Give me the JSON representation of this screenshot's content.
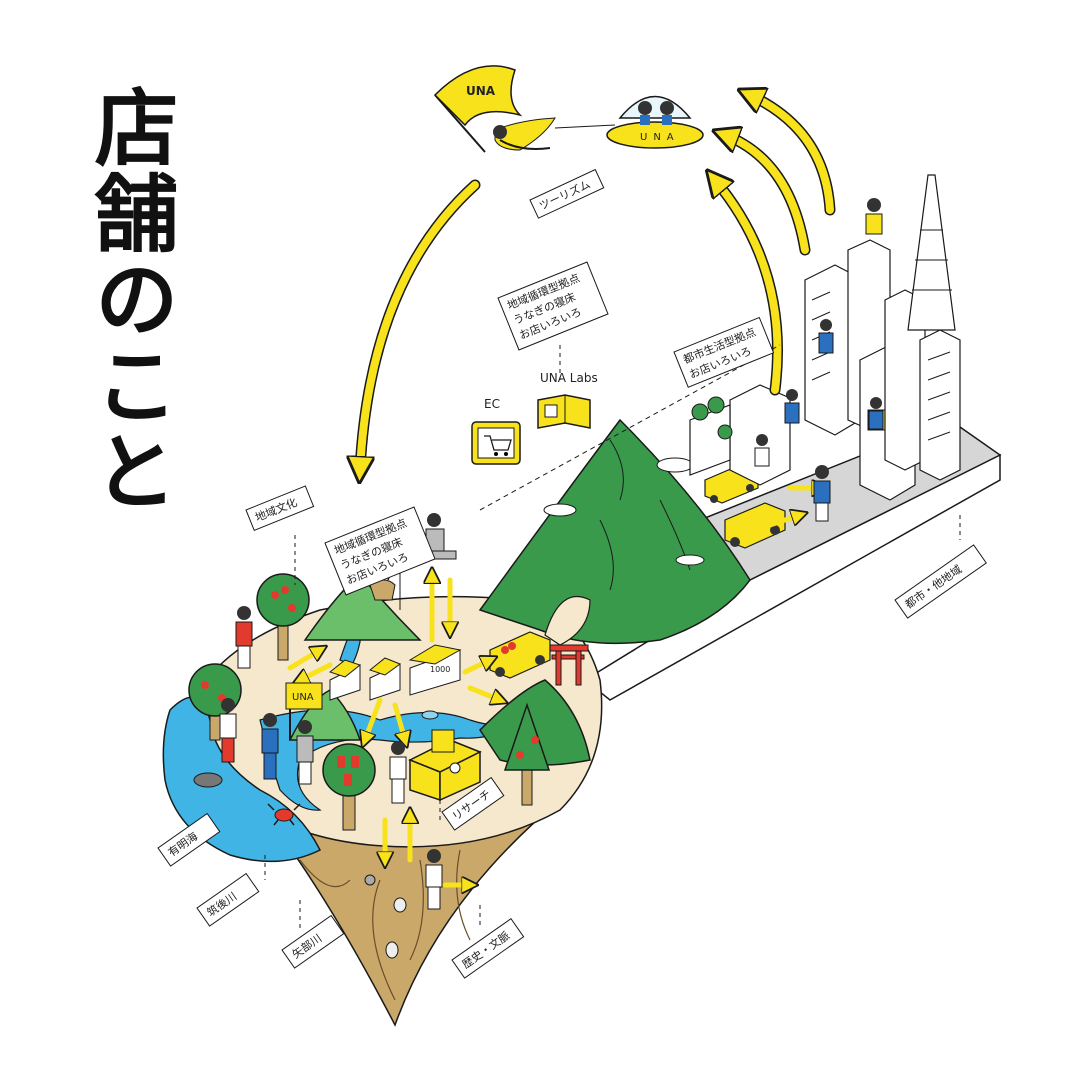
{
  "title": "店舗のこと",
  "labels": {
    "tourism": "ツーリズム",
    "hub_mid": [
      "地域循環型拠点",
      "うなぎの寝床",
      "お店いろいろ"
    ],
    "hub_left": [
      "地域循環型拠点",
      "うなぎの寝床",
      "お店いろいろ"
    ],
    "urban_hub": [
      "都市生活型拠点",
      "お店いろいろ"
    ],
    "ec": "EC",
    "una_labs": "UNA Labs",
    "local_culture": "地域文化",
    "urban_other": "都市・他地域",
    "ariake_sea": "有明海",
    "chikugo_river": "筑後川",
    "yabe_river": "矢部川",
    "research": "リサーチ",
    "history_context": "歴史・文脈",
    "ufo_text": "UNA",
    "flag_text": "UNA",
    "sign_text": "UNA",
    "shop_sign": "1000"
  },
  "colors": {
    "yellow": "#f7e21b",
    "green": "#3a9a4b",
    "light_green": "#6cbf6a",
    "water": "#3fb4e5",
    "sand": "#f5e8cc",
    "soil": "#c9a86a",
    "red": "#e23b2e",
    "grey": "#d9d9d9",
    "ink": "#1a1a1a"
  },
  "icons": [
    "flag-icon",
    "ufo-icon",
    "cart-icon",
    "book-icon",
    "torii-icon",
    "car-icon",
    "tree-icon",
    "fish-icon",
    "crab-icon",
    "arrow-icon"
  ]
}
